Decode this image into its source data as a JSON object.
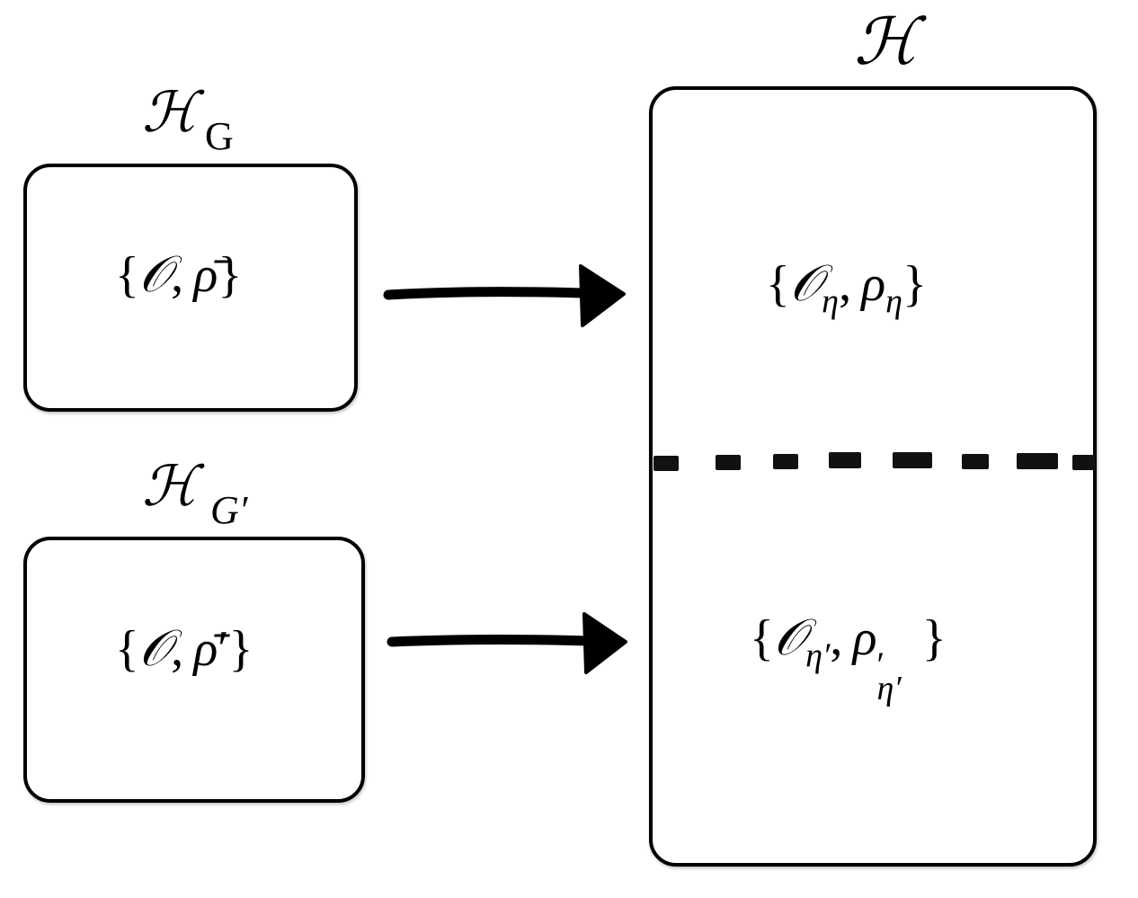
{
  "labels": {
    "h_main": "ℋ",
    "h_g": "ℋ",
    "h_g_sub": "G",
    "h_gp": "ℋ",
    "h_gp_sub": "G′"
  },
  "formulas": {
    "left_top": {
      "open": "{",
      "o": "𝒪",
      "comma": ",",
      "rho": "ρ̄",
      "close": "}"
    },
    "left_bottom": {
      "open": "{",
      "o": "𝒪",
      "comma": ",",
      "rho": "ρ̄",
      "prime": "′",
      "close": "}"
    },
    "right_top": {
      "open": "{",
      "o": "𝒪",
      "o_sub": "η",
      "comma": ",",
      "rho": "ρ",
      "rho_sub": "η",
      "close": "}"
    },
    "right_bottom": {
      "open": "{",
      "o": "𝒪",
      "o_sub": "η′",
      "comma": ",",
      "rho": "ρ",
      "rho_sup": "′",
      "rho_sub": "η′",
      "close": "}"
    }
  },
  "colors": {
    "stroke": "#000000",
    "background": "#ffffff"
  }
}
